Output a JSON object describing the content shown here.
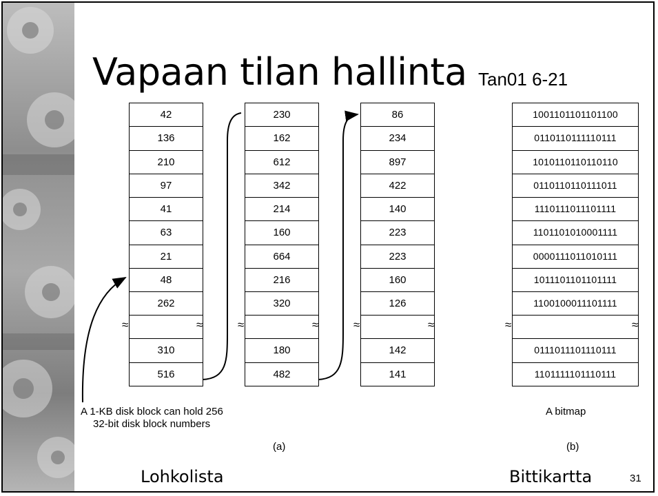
{
  "slide": {
    "title": "Vapaan tilan hallinta",
    "reference": "Tan01 6-21",
    "page_number": "31"
  },
  "figure_a": {
    "column_1": [
      "42",
      "136",
      "210",
      "97",
      "41",
      "63",
      "21",
      "48",
      "262",
      "",
      "310",
      "516"
    ],
    "column_2": [
      "230",
      "162",
      "612",
      "342",
      "214",
      "160",
      "664",
      "216",
      "320",
      "",
      "180",
      "482"
    ],
    "column_3": [
      "86",
      "234",
      "897",
      "422",
      "140",
      "223",
      "223",
      "160",
      "126",
      "",
      "142",
      "141"
    ],
    "caption_line_1": "A 1-KB disk block can hold 256",
    "caption_line_2": "32-bit disk block numbers",
    "label": "(a)",
    "bottom_label": "Lohkolista"
  },
  "figure_b": {
    "rows": [
      "1001101101101100",
      "0110110111110111",
      "1010110110110110",
      "0110110110111011",
      "1110111011101111",
      "1101101010001111",
      "0000111011010111",
      "1011101101101111",
      "1100100011101111",
      "",
      "0111011101110111",
      "1101111101110111"
    ],
    "caption": "A bitmap",
    "label": "(b)",
    "bottom_label": "Bittikartta"
  },
  "break_symbol": "≈"
}
